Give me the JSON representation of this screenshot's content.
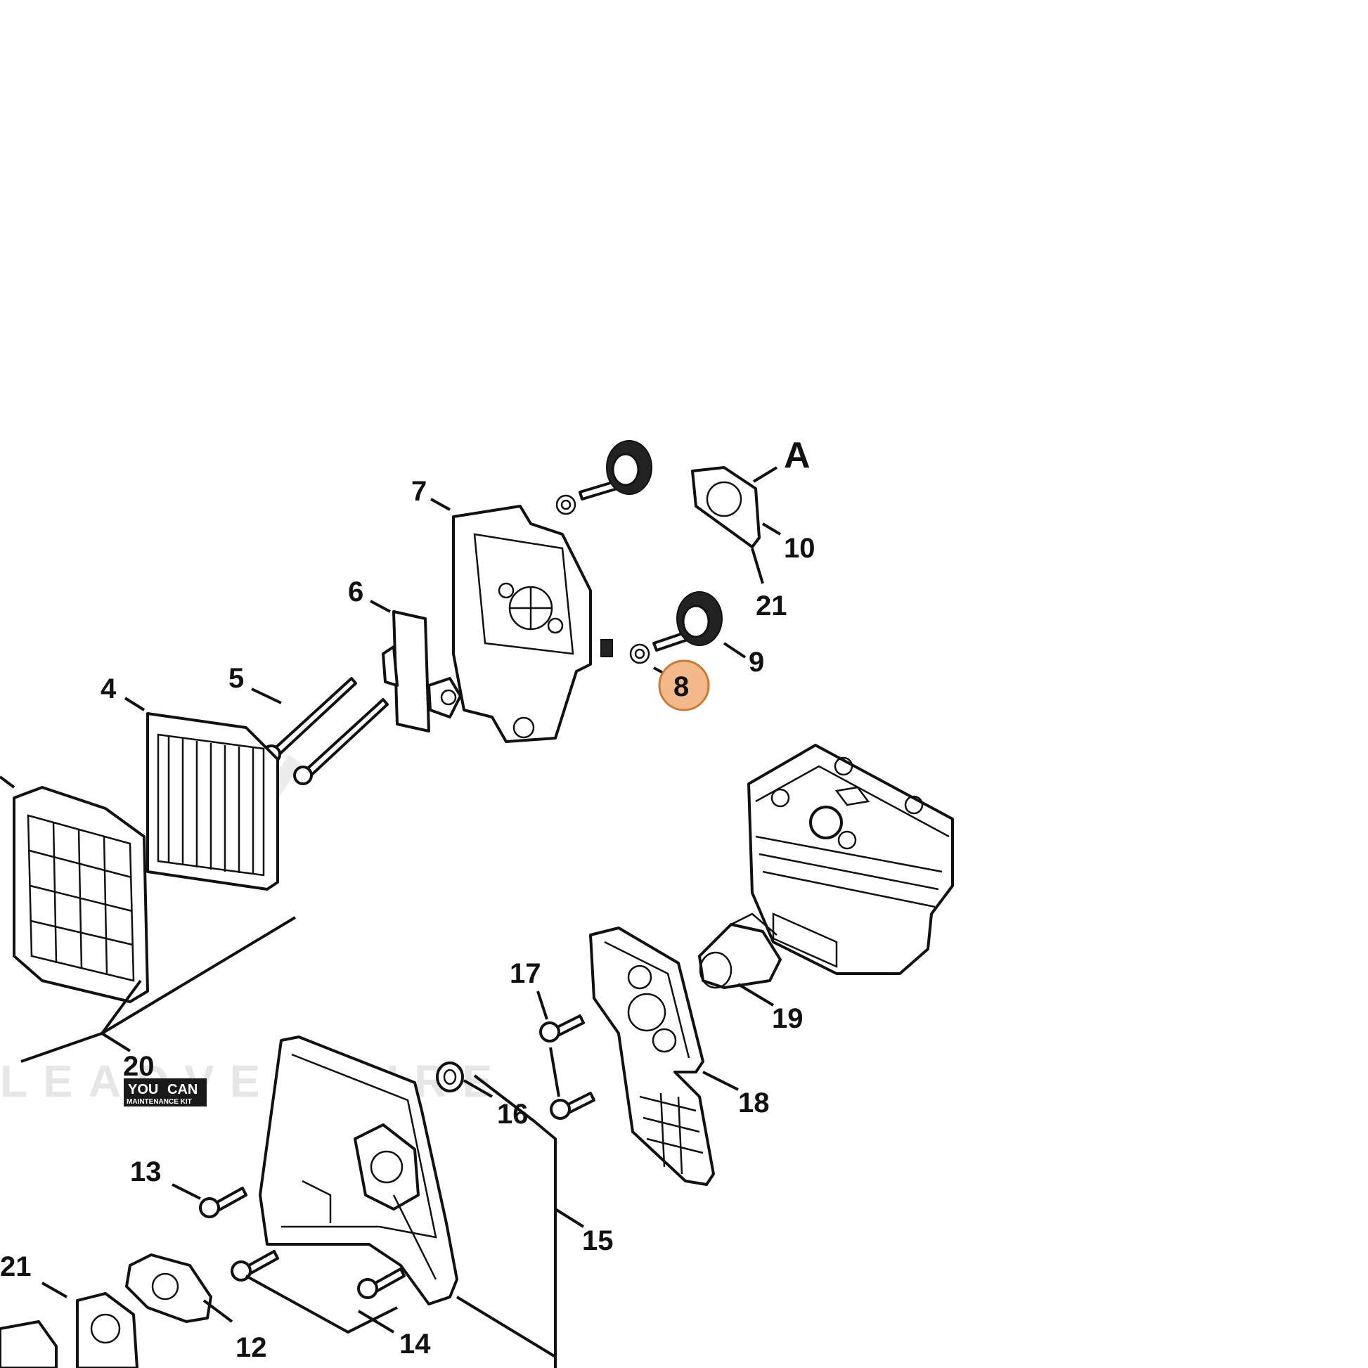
{
  "watermark": {
    "text": "LEADVENTURE"
  },
  "highlight_color": "#f3b98a",
  "highlight_border": "#c77a3a",
  "kit_badge": {
    "line1": "YOU",
    "line2": "CAN",
    "line3": "MAINTENANCE KIT"
  },
  "callouts": [
    {
      "id": "A",
      "label": "A"
    },
    {
      "id": "4",
      "label": "4"
    },
    {
      "id": "5",
      "label": "5"
    },
    {
      "id": "6",
      "label": "6"
    },
    {
      "id": "7",
      "label": "7"
    },
    {
      "id": "8",
      "label": "8",
      "highlighted": true
    },
    {
      "id": "9",
      "label": "9"
    },
    {
      "id": "10",
      "label": "10"
    },
    {
      "id": "12",
      "label": "12"
    },
    {
      "id": "13",
      "label": "13"
    },
    {
      "id": "14",
      "label": "14"
    },
    {
      "id": "15",
      "label": "15"
    },
    {
      "id": "16",
      "label": "16"
    },
    {
      "id": "17",
      "label": "17"
    },
    {
      "id": "18",
      "label": "18"
    },
    {
      "id": "19",
      "label": "19"
    },
    {
      "id": "20",
      "label": "20"
    },
    {
      "id": "21a",
      "label": "21"
    },
    {
      "id": "21b",
      "label": "21"
    }
  ]
}
